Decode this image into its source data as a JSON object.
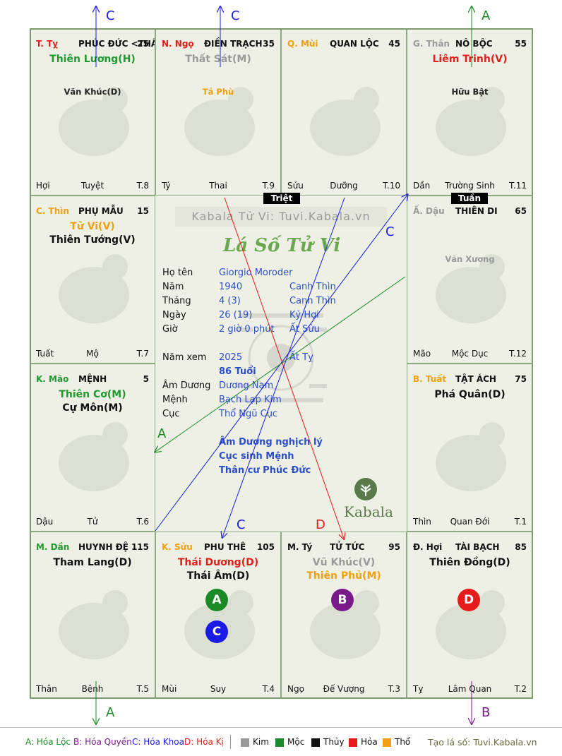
{
  "cells": [
    {
      "id": "ty",
      "branch": "T. Tỵ",
      "branch_color": "#e0201b",
      "house": "PHÚC ĐỨC <THÂN>",
      "age": "25",
      "majors": [
        {
          "text": "Thiên Lương(H)",
          "color": "#1f9a2e"
        }
      ],
      "minors": [
        {
          "text": "Văn Khúc(D)",
          "color": "#222222"
        }
      ],
      "foot_branch": "Hợi",
      "foot_status": "Tuyệt",
      "foot_code": "T.8"
    },
    {
      "id": "ngo",
      "branch": "N. Ngọ",
      "branch_color": "#e0201b",
      "house": "ĐIỀN TRẠCH",
      "age": "35",
      "majors": [
        {
          "text": "Thất Sát(M)",
          "color": "#9a9a9a"
        }
      ],
      "minors": [
        {
          "text": "Tả Phù",
          "color": "#f0a010"
        }
      ],
      "foot_branch": "Tý",
      "foot_status": "Thai",
      "foot_code": "T.9"
    },
    {
      "id": "mui",
      "branch": "Q. Mùi",
      "branch_color": "#f0a010",
      "house": "QUAN LỘC",
      "age": "45",
      "majors": [],
      "minors": [],
      "foot_branch": "Sửu",
      "foot_status": "Dưỡng",
      "foot_code": "T.10"
    },
    {
      "id": "than",
      "branch": "G. Thân",
      "branch_color": "#9a9a9a",
      "house": "NÔ BỘC",
      "age": "55",
      "majors": [
        {
          "text": "Liêm Trinh(V)",
          "color": "#e0201b"
        }
      ],
      "minors": [
        {
          "text": "Hữu Bật",
          "color": "#222222"
        }
      ],
      "foot_branch": "Dần",
      "foot_status": "Trường Sinh",
      "foot_code": "T.11"
    },
    {
      "id": "thin",
      "branch": "C. Thìn",
      "branch_color": "#f0a010",
      "house": "PHỤ MẪU",
      "age": "15",
      "majors": [
        {
          "text": "Tử Vi(V)",
          "color": "#f0a010"
        },
        {
          "text": "Thiên Tướng(V)",
          "color": "#111111"
        }
      ],
      "minors": [],
      "foot_branch": "Tuất",
      "foot_status": "Mộ",
      "foot_code": "T.7"
    },
    {
      "id": "dau",
      "branch": "Ấ. Dậu",
      "branch_color": "#9a9a9a",
      "house": "THIÊN DI",
      "age": "65",
      "majors": [],
      "minors": [
        {
          "text": "Văn Xương",
          "color": "#9a9a9a"
        }
      ],
      "foot_branch": "Mão",
      "foot_status": "Mộc Dục",
      "foot_code": "T.12"
    },
    {
      "id": "mao",
      "branch": "K. Mão",
      "branch_color": "#1f9a2e",
      "house": "MỆNH",
      "age": "5",
      "majors": [
        {
          "text": "Thiên Cơ(M)",
          "color": "#1f9a2e"
        },
        {
          "text": "Cự Môn(M)",
          "color": "#111111"
        }
      ],
      "minors": [],
      "foot_branch": "Dậu",
      "foot_status": "Tử",
      "foot_code": "T.6"
    },
    {
      "id": "tuat",
      "branch": "B. Tuất",
      "branch_color": "#f0a010",
      "house": "TẬT ÁCH",
      "age": "75",
      "majors": [
        {
          "text": "Phá Quân(D)",
          "color": "#111111"
        }
      ],
      "minors": [],
      "foot_branch": "Thìn",
      "foot_status": "Quan Đới",
      "foot_code": "T.1"
    },
    {
      "id": "dan",
      "branch": "M. Dần",
      "branch_color": "#1f9a2e",
      "house": "HUYNH ĐỆ",
      "age": "115",
      "majors": [
        {
          "text": "Tham Lang(D)",
          "color": "#111111"
        }
      ],
      "minors": [],
      "foot_branch": "Thân",
      "foot_status": "Bệnh",
      "foot_code": "T.5"
    },
    {
      "id": "suu",
      "branch": "K. Sửu",
      "branch_color": "#f0a010",
      "house": "PHU THÊ",
      "age": "105",
      "majors": [
        {
          "text": "Thái Dương(D)",
          "color": "#e0201b"
        },
        {
          "text": "Thái Âm(D)",
          "color": "#111111"
        }
      ],
      "minors": [],
      "foot_branch": "Mùi",
      "foot_status": "Suy",
      "foot_code": "T.4"
    },
    {
      "id": "ty2",
      "branch": "M. Tý",
      "branch_color": "#111111",
      "house": "TỬ TỨC",
      "age": "95",
      "majors": [
        {
          "text": "Vũ Khúc(V)",
          "color": "#9a9a9a"
        },
        {
          "text": "Thiên Phủ(M)",
          "color": "#f0a010"
        }
      ],
      "minors": [],
      "foot_branch": "Ngọ",
      "foot_status": "Đế Vượng",
      "foot_code": "T.3"
    },
    {
      "id": "hoi",
      "branch": "Đ. Hợi",
      "branch_color": "#111111",
      "house": "TÀI BẠCH",
      "age": "85",
      "majors": [
        {
          "text": "Thiên Đồng(D)",
          "color": "#111111"
        }
      ],
      "minors": [],
      "foot_branch": "Tỵ",
      "foot_status": "Lâm Quan",
      "foot_code": "T.2"
    }
  ],
  "tags": {
    "triet": "Triệt",
    "tuan": "Tuần"
  },
  "center": {
    "watermark": "Kabala Tử Vi: Tuvi.Kabala.vn",
    "script_title": "Lá Số Tử Vi",
    "rows": [
      {
        "label": "Họ tên",
        "v1": "Giorgio Moroder",
        "v2": ""
      },
      {
        "label": "Năm",
        "v1": "1940",
        "v2": "Canh Thìn"
      },
      {
        "label": "Tháng",
        "v1": "4  (3)",
        "v2": "Canh Thìn"
      },
      {
        "label": "Ngày",
        "v1": "26  (19)",
        "v2": "Kỷ Hợi"
      },
      {
        "label": "Giờ",
        "v1": "2 giờ 0 phút",
        "v2": "Ất Sửu"
      }
    ],
    "year_view": {
      "label": "Năm xem",
      "v1": "2025",
      "v2": "Ất Tỵ"
    },
    "age": "86 Tuổi",
    "rows2": [
      {
        "label": "Âm Dương",
        "v1": "Dương Nam"
      },
      {
        "label": "Mệnh",
        "v1": "Bạch Lạp Kim"
      },
      {
        "label": "Cục",
        "v1": "Thổ Ngũ Cục"
      }
    ],
    "notes": [
      "Âm Dương nghịch lý",
      "Cục sinh Mệnh",
      "Thân cư Phúc Đức"
    ],
    "brand": "Kabala"
  },
  "circles": [
    {
      "letter": "A",
      "color": "#1a8a26"
    },
    {
      "letter": "C",
      "color": "#1a1ae6"
    },
    {
      "letter": "B",
      "color": "#7a1a8a"
    },
    {
      "letter": "D",
      "color": "#e61a1a"
    }
  ],
  "arrow_labels": {
    "c_top1": "C",
    "c_top2": "C",
    "a_top": "A",
    "c_mid": "C",
    "a_mid": "A",
    "c_bot": "C",
    "d_bot": "D",
    "a_bot": "A",
    "b_bot": "B"
  },
  "colors": {
    "loc": "#1a8a26",
    "quyen": "#7a1a8a",
    "khoa": "#1a1ae6",
    "ki": "#e61a1a"
  },
  "legend": {
    "a": "A: Hóa Lộc",
    "b": "B: Hóa Quyền",
    "c": "C: Hóa Khoa",
    "d": "D: Hóa Kị",
    "elements": [
      {
        "name": "Kim",
        "color": "#999999"
      },
      {
        "name": "Mộc",
        "color": "#1a8a2e"
      },
      {
        "name": "Thủy",
        "color": "#111111"
      },
      {
        "name": "Hỏa",
        "color": "#e61a1a"
      },
      {
        "name": "Thổ",
        "color": "#f0a010"
      }
    ],
    "site": "Tạo lá số: Tuvi.Kabala.vn"
  }
}
